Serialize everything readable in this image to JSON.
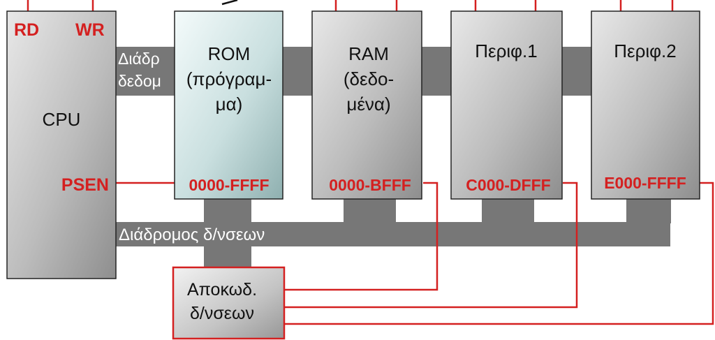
{
  "cpu": {
    "label": "CPU",
    "rd": "RD",
    "wr": "WR",
    "psen": "PSEN"
  },
  "data_bus": {
    "line1": "Διάδρ",
    "line2": "δεδομ"
  },
  "address_bus": {
    "label": "Διάδρομος δ/νσεων"
  },
  "rom": {
    "line1": "ROM",
    "line2": "(πρόγραμ-",
    "line3": "μα)",
    "range": "0000-FFFF"
  },
  "ram": {
    "line1": "RAM",
    "line2": "(δεδο-",
    "line3": "μένα)",
    "range": "0000-BFFF"
  },
  "periph1": {
    "line1": "Περιφ.1",
    "range": "C000-DFFF"
  },
  "periph2": {
    "line1": "Περιφ.2",
    "range": "E000-FFFF"
  },
  "decoder": {
    "line1": "Αποκωδ.",
    "line2": "δ/νσεων"
  },
  "colors": {
    "red": "#d42020",
    "bus_gray": "#777777",
    "box_gray": "#bdbdbd",
    "rom_tint": "#cfe3e3"
  }
}
